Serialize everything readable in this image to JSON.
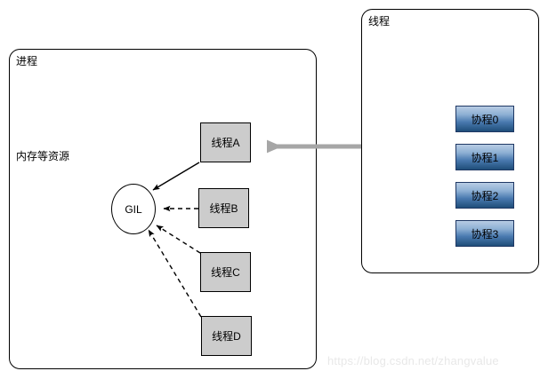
{
  "diagram": {
    "process_panel": {
      "label": "进程",
      "resource_label": "内存等资源"
    },
    "thread_panel": {
      "label": "线程"
    },
    "gil": {
      "label": "GIL"
    },
    "threads": [
      {
        "label": "线程A",
        "link_style": "solid"
      },
      {
        "label": "线程B",
        "link_style": "dashed"
      },
      {
        "label": "线程C",
        "link_style": "dashed"
      },
      {
        "label": "线程D",
        "link_style": "dashed"
      }
    ],
    "coroutines": [
      {
        "label": "协程0"
      },
      {
        "label": "协程1"
      },
      {
        "label": "协程2"
      },
      {
        "label": "协程3"
      }
    ],
    "connector": {
      "name": "thread-panel-to-thread-a-arrow",
      "color": "#a6a6a6"
    },
    "colors": {
      "thread_fill": "#cccccc",
      "thread_border": "#000000",
      "coroutine_gradient_top": "#b8cce4",
      "coroutine_gradient_bottom": "#1f4e79",
      "coroutine_border": "#1f3864",
      "panel_border": "#000000",
      "connector_gray": "#a6a6a6",
      "watermark": "#e8e8e8"
    },
    "watermark": "https://blog.csdn.net/zhangvalue"
  }
}
